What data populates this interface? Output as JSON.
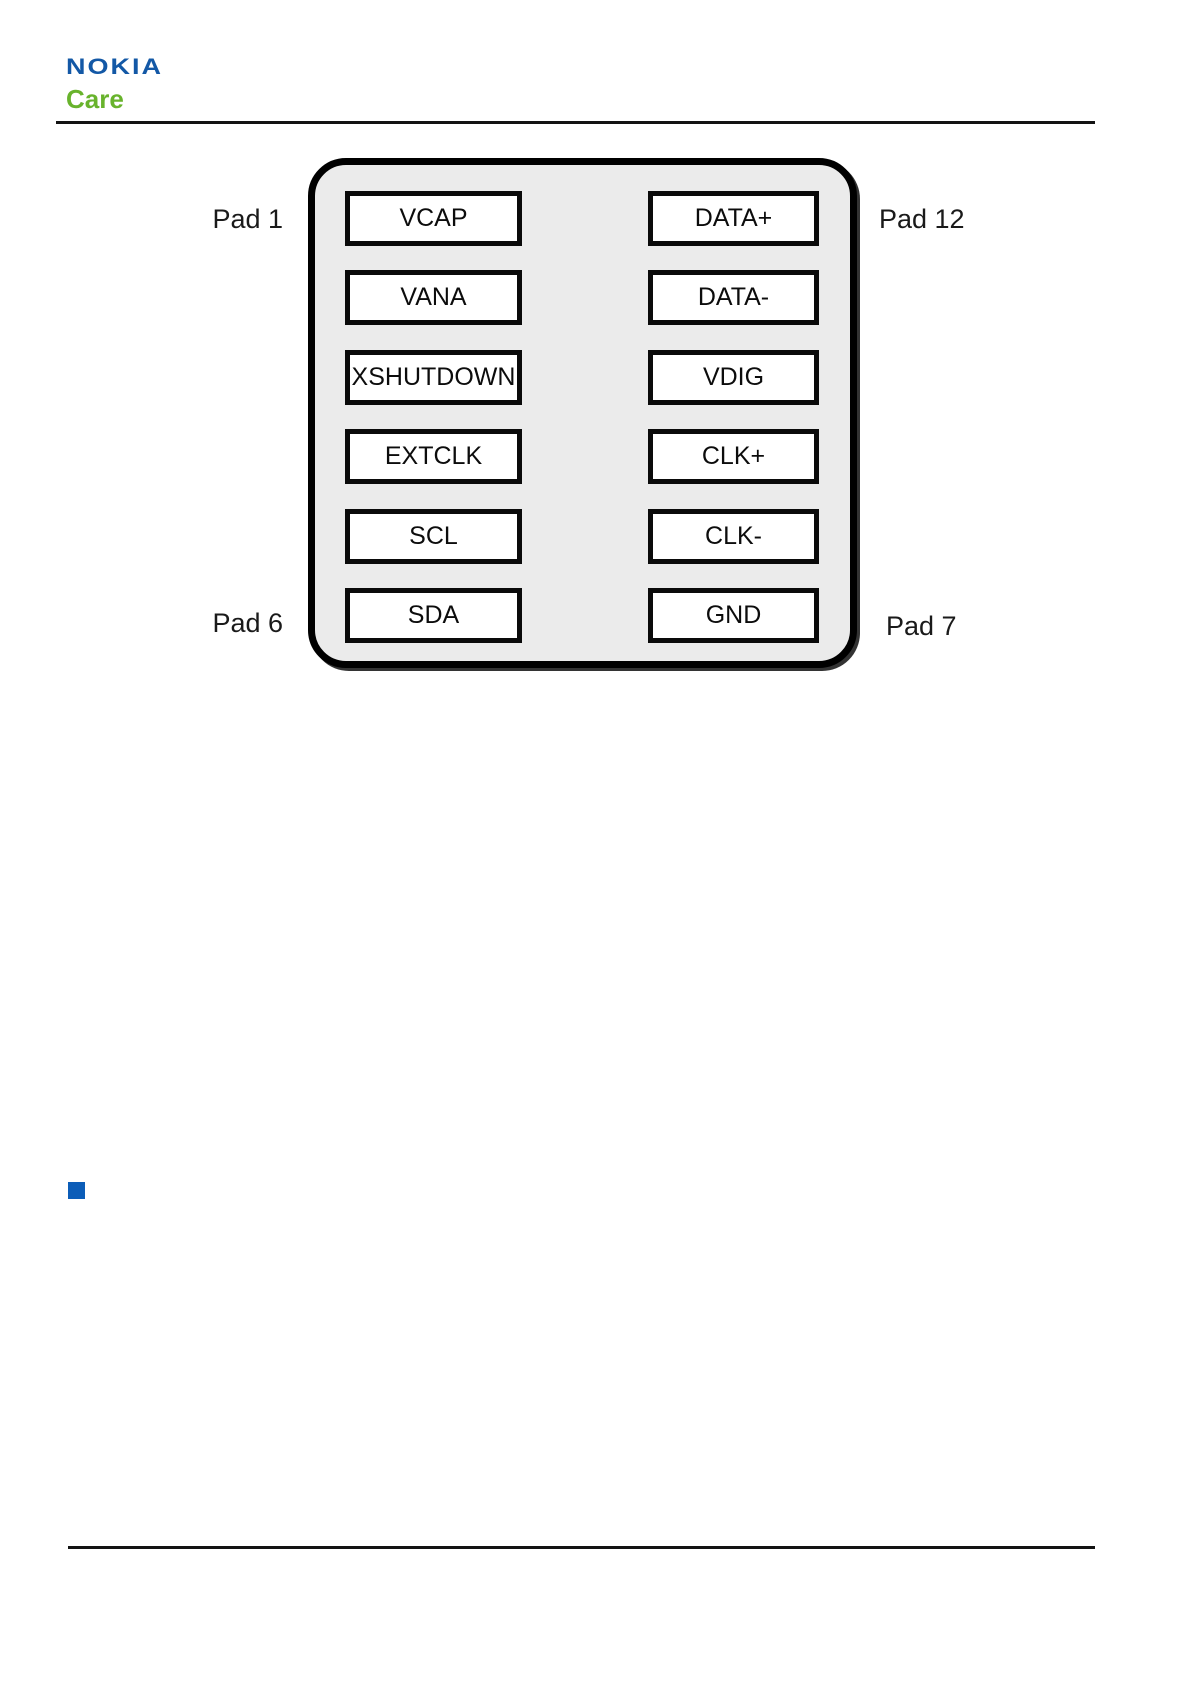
{
  "brand": {
    "logo_text": "NOKIA",
    "care_text": "Care",
    "logo_color": "#1358a6",
    "care_color": "#68b32c"
  },
  "diagram": {
    "pads": {
      "top_left": "Pad 1",
      "top_right": "Pad 12",
      "bottom_left": "Pad 6",
      "bottom_right": "Pad 7"
    },
    "left_pins": [
      "VCAP",
      "VANA",
      "XSHUTDOWN",
      "EXTCLK",
      "SCL",
      "SDA"
    ],
    "right_pins": [
      "DATA+",
      "DATA-",
      "VDIG",
      "CLK+",
      "CLK-",
      "GND"
    ],
    "colors": {
      "body_fill": "#ebebeb",
      "outline": "#000000",
      "pin_fill": "#ffffff"
    }
  },
  "footer": {
    "section_marker_color": "#0c5db8"
  }
}
